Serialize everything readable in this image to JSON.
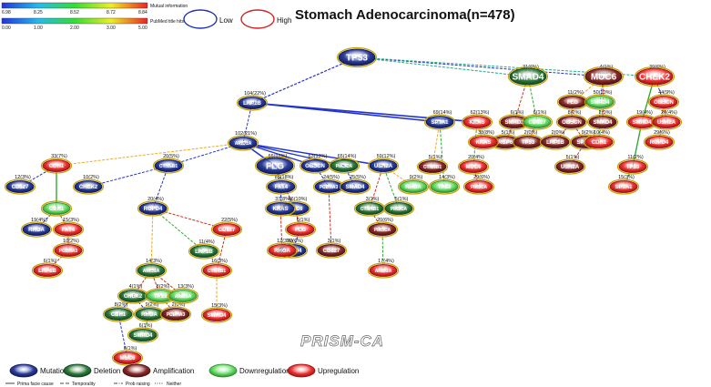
{
  "title": "Stomach Adenocarcinoma(n=478)",
  "watermark": "PRISM-CA",
  "scales": [
    {
      "name": "Mutual information",
      "ticks": [
        "6.98",
        "8.25",
        "8.52",
        "8.72",
        "8.84"
      ],
      "gradient": [
        "#2233dd",
        "#22bbee",
        "#33dd33",
        "#eeee22",
        "#ee2222"
      ]
    },
    {
      "name": "PubMed title hits",
      "ticks": [
        "0.00",
        "1.00",
        "2.00",
        "3.00",
        "5.00"
      ],
      "gradient": [
        "#2233dd",
        "#22bbee",
        "#33dd33",
        "#eeee22",
        "#ee2222"
      ]
    }
  ],
  "ranges": [
    {
      "label": "Low",
      "color": "#2233aa"
    },
    {
      "label": "High",
      "color": "#cc2222"
    }
  ],
  "type_colors": {
    "mutation": {
      "fill": "#2a3d9a",
      "stroke": "#111a55"
    },
    "deletion": {
      "fill": "#2f7a3a",
      "stroke": "#114422"
    },
    "amplification": {
      "fill": "#8a2a2a",
      "stroke": "#4a1111"
    },
    "downregulation": {
      "fill": "#66dd66",
      "stroke": "#2e8a2e"
    },
    "upregulation": {
      "fill": "#ee3333",
      "stroke": "#991111"
    }
  },
  "legend": {
    "types": [
      {
        "key": "mutation",
        "label": "Mutation"
      },
      {
        "key": "deletion",
        "label": "Deletion"
      },
      {
        "key": "amplification",
        "label": "Amplification"
      },
      {
        "key": "downregulation",
        "label": "Downregulation"
      },
      {
        "key": "upregulation",
        "label": "Upregulation"
      }
    ],
    "edges": [
      "Prima facie cause",
      "Temporality",
      "Prob raising",
      "Neither"
    ]
  },
  "nodes": [
    {
      "id": "TP53",
      "label": "TP53",
      "type": "mutation",
      "big": true
    },
    {
      "id": "SMAD4a",
      "label": "SMAD4",
      "type": "deletion",
      "big": true
    },
    {
      "id": "MUC6a",
      "label": "MUC6",
      "type": "amplification",
      "big": true
    },
    {
      "id": "CHEK2a",
      "label": "CHEK2",
      "type": "upregulation",
      "big": true
    },
    {
      "id": "LRP1Ba",
      "label": "LRP1B",
      "type": "mutation"
    },
    {
      "id": "SPTA1a",
      "label": "SPTA1",
      "type": "mutation"
    },
    {
      "id": "KRASa",
      "label": "KRAS",
      "type": "upregulation"
    },
    {
      "id": "FLGa",
      "label": "FLG",
      "type": "amplification"
    },
    {
      "id": "SMAD4b",
      "label": "SMAD4",
      "type": "downregulation"
    },
    {
      "id": "OBSCNa",
      "label": "OBSCN",
      "type": "upregulation"
    },
    {
      "id": "SMAD2a",
      "label": "SMAD2",
      "type": "amplification"
    },
    {
      "id": "CDE27a",
      "label": "CDE27",
      "type": "downregulation"
    },
    {
      "id": "OBSCNb",
      "label": "OBSCN",
      "type": "amplification"
    },
    {
      "id": "SMAD4c",
      "label": "SMAD4",
      "type": "amplification"
    },
    {
      "id": "SMAD4d",
      "label": "SMAD4",
      "type": "upregulation"
    },
    {
      "id": "USH2Aa",
      "label": "USH2A",
      "type": "upregulation"
    },
    {
      "id": "RGP6a",
      "label": "RGP6",
      "type": "amplification"
    },
    {
      "id": "TP53b",
      "label": "TP53",
      "type": "amplification"
    },
    {
      "id": "LRP1Bb",
      "label": "LRP1B",
      "type": "amplification"
    },
    {
      "id": "SPTA1b",
      "label": "SPTA1",
      "type": "amplification"
    },
    {
      "id": "CDH1a",
      "label": "CDH1",
      "type": "upregulation"
    },
    {
      "id": "RGPD4a",
      "label": "RGPD4",
      "type": "upregulation"
    },
    {
      "id": "USH2Ab",
      "label": "USH2A",
      "type": "amplification"
    },
    {
      "id": "TP53c",
      "label": "TP53",
      "type": "upregulation"
    },
    {
      "id": "SPTA1c",
      "label": "SPTA1",
      "type": "upregulation"
    },
    {
      "id": "KRASb",
      "label": "KRAS",
      "type": "upregulation"
    },
    {
      "id": "CTNNB1a",
      "label": "CTNNB1",
      "type": "amplification"
    },
    {
      "id": "TP53d",
      "label": "TP53",
      "type": "downregulation"
    },
    {
      "id": "MUC6b",
      "label": "MUC6",
      "type": "upregulation"
    },
    {
      "id": "PIK3CAa",
      "label": "PIK3CA",
      "type": "upregulation"
    },
    {
      "id": "ARID1Aa",
      "label": "ARID1A",
      "type": "mutation"
    },
    {
      "id": "CDH1b",
      "label": "CDH1",
      "type": "upregulation"
    },
    {
      "id": "CTNNB1b",
      "label": "CTNNB1",
      "type": "mutation"
    },
    {
      "id": "FLGb",
      "label": "FLG",
      "type": "mutation",
      "big": true
    },
    {
      "id": "OBSCNc",
      "label": "OBSCN",
      "type": "mutation"
    },
    {
      "id": "PIK3CAb",
      "label": "PIK3CA",
      "type": "deletion"
    },
    {
      "id": "USH2Ac",
      "label": "USH2A",
      "type": "mutation"
    },
    {
      "id": "CD827a",
      "label": "CD827",
      "type": "mutation"
    },
    {
      "id": "CHEK2b",
      "label": "CHEK2",
      "type": "mutation"
    },
    {
      "id": "RGPD4b",
      "label": "RGPD4",
      "type": "mutation"
    },
    {
      "id": "FAT4a",
      "label": "FAT4",
      "type": "mutation"
    },
    {
      "id": "MUC6c",
      "label": "MUC6",
      "type": "mutation"
    },
    {
      "id": "PCDH3a",
      "label": "PCDHA3",
      "type": "mutation"
    },
    {
      "id": "SMAD4e",
      "label": "SMAD4",
      "type": "mutation"
    },
    {
      "id": "RHOAa",
      "label": "RHOA",
      "type": "downregulation"
    },
    {
      "id": "CDH1c",
      "label": "CDH1",
      "type": "downregulation"
    },
    {
      "id": "CTNNB1c",
      "label": "CTNNB1",
      "type": "deletion"
    },
    {
      "id": "PIK3CAc",
      "label": "PIK3CA",
      "type": "deletion"
    },
    {
      "id": "RHOAb",
      "label": "RHOA",
      "type": "mutation"
    },
    {
      "id": "FAT4b",
      "label": "FAT4",
      "type": "upregulation"
    },
    {
      "id": "LRP1Bc",
      "label": "LRP1B",
      "type": "deletion"
    },
    {
      "id": "CD827b",
      "label": "CD827",
      "type": "upregulation"
    },
    {
      "id": "KRASc",
      "label": "KRAS",
      "type": "mutation"
    },
    {
      "id": "FLGc",
      "label": "FLG",
      "type": "upregulation"
    },
    {
      "id": "SMAD4f",
      "label": "SMAD4",
      "type": "mutation"
    },
    {
      "id": "CD827c",
      "label": "CD827",
      "type": "amplification"
    },
    {
      "id": "PIK3CAd",
      "label": "PIK3CA",
      "type": "amplification"
    },
    {
      "id": "PCDHA3b",
      "label": "PCDHA3",
      "type": "upregulation"
    },
    {
      "id": "LRP1Bd",
      "label": "LRP1B",
      "type": "upregulation"
    },
    {
      "id": "RHOAc",
      "label": "RHOA",
      "type": "upregulation"
    },
    {
      "id": "ARID1Ab",
      "label": "ARID1A",
      "type": "upregulation"
    },
    {
      "id": "ARID1Ac",
      "label": "ARID1A",
      "type": "deletion"
    },
    {
      "id": "CTNNB1d",
      "label": "CTNNB1",
      "type": "upregulation"
    },
    {
      "id": "CHEK2c",
      "label": "CHEK2",
      "type": "deletion"
    },
    {
      "id": "TP53e",
      "label": "TP53",
      "type": "downregulation"
    },
    {
      "id": "ARID1Ad",
      "label": "ARID1A",
      "type": "downregulation"
    },
    {
      "id": "SMAD4g",
      "label": "SMAD4",
      "type": "upregulation"
    },
    {
      "id": "CDH1d",
      "label": "CDH1",
      "type": "deletion"
    },
    {
      "id": "RHOAd",
      "label": "RHOA",
      "type": "deletion"
    },
    {
      "id": "PCDHA3c",
      "label": "PCDHA3",
      "type": "amplification"
    },
    {
      "id": "SMAD4h",
      "label": "SMAD4",
      "type": "deletion"
    },
    {
      "id": "MUC6d",
      "label": "MUC6",
      "type": "upregulation"
    }
  ],
  "edges": [
    {
      "from": "TP53",
      "to": "LRP1Ba",
      "label": "104(22%)",
      "color": "#2233cc",
      "style": "dash",
      "w": 1.2
    },
    {
      "from": "TP53",
      "to": "SMAD4a",
      "label": "31(6%)",
      "color": "#22aa88",
      "style": "dash",
      "w": 1
    },
    {
      "from": "TP53",
      "to": "MUC6a",
      "label": "4(1%)",
      "color": "#2233cc",
      "style": "dash",
      "w": 1
    },
    {
      "from": "TP53",
      "to": "CHEK2a",
      "label": "30(6%)",
      "color": "#22aa88",
      "style": "dash",
      "w": 1
    },
    {
      "from": "LRP1Ba",
      "to": "SPTA1a",
      "label": "69(14%)",
      "color": "#2233cc",
      "style": "solid",
      "w": 1.6
    },
    {
      "from": "LRP1Ba",
      "to": "KRASa",
      "label": "62(13%)",
      "color": "#2233cc",
      "style": "solid",
      "w": 1.6
    },
    {
      "from": "LRP1Ba",
      "to": "ARID1Aa",
      "label": "102(21%)",
      "color": "#2233cc",
      "style": "dash",
      "w": 1
    },
    {
      "from": "MUC6a",
      "to": "SMAD4b",
      "label": "50(10%)",
      "color": "#2233cc",
      "style": "dash",
      "w": 1
    },
    {
      "from": "CHEK2a",
      "to": "OBSCNa",
      "label": "44(9%)",
      "color": "#2233cc",
      "style": "dash",
      "w": 1
    },
    {
      "from": "MUC6a",
      "to": "FLGa",
      "label": "11(2%)",
      "color": "#eeaa22",
      "style": "dash",
      "w": 1
    },
    {
      "from": "SMAD4a",
      "to": "SMAD2a",
      "label": "6(1%)",
      "color": "#cc3322",
      "style": "dash",
      "w": 1
    },
    {
      "from": "SMAD4a",
      "to": "CDE27a",
      "label": "6(1%)",
      "color": "#33aa33",
      "style": "dash",
      "w": 1
    },
    {
      "from": "FLGa",
      "to": "OBSCNb",
      "label": "8(2%)",
      "color": "#cc3322",
      "style": "dash",
      "w": 1
    },
    {
      "from": "MUC6a",
      "to": "SMAD4c",
      "label": "2(0%)",
      "color": "#cc3322",
      "style": "dash",
      "w": 1
    },
    {
      "from": "CHEK2a",
      "to": "SMAD4d",
      "label": "19(4%)",
      "color": "#33aa33",
      "style": "solid",
      "w": 1.4
    },
    {
      "from": "OBSCNa",
      "to": "USH2Aa",
      "label": "20(4%)",
      "color": "#cc3322",
      "style": "dash",
      "w": 1
    },
    {
      "from": "SMAD2a",
      "to": "RGP6a",
      "label": "5(1%)",
      "color": "#cc3322",
      "style": "dash",
      "w": 1
    },
    {
      "from": "CDE27a",
      "to": "TP53b",
      "label": "2(0%)",
      "color": "#cc3322",
      "style": "dash",
      "w": 1
    },
    {
      "from": "OBSCNb",
      "to": "LRP1Bb",
      "label": "2(0%)",
      "color": "#cc3322",
      "style": "dash",
      "w": 1
    },
    {
      "from": "OBSCNb",
      "to": "SPTA1b",
      "label": "9(2%)",
      "color": "#cc3322",
      "style": "dash",
      "w": 1
    },
    {
      "from": "SMAD4b",
      "to": "CDH1a",
      "label": "10(4%)",
      "color": "#33aa33",
      "style": "dash",
      "w": 1
    },
    {
      "from": "OBSCNa",
      "to": "RGPD4a",
      "label": "29(6%)",
      "color": "#cc3322",
      "style": "dash",
      "w": 1
    },
    {
      "from": "SPTA1b",
      "to": "USH2Ab",
      "label": "5(1%)",
      "color": "#cc3322",
      "style": "dash",
      "w": 1
    },
    {
      "from": "SMAD4d",
      "to": "TP53c",
      "label": "11(2%)",
      "color": "#33aa33",
      "style": "solid",
      "w": 1.4
    },
    {
      "from": "TP53c",
      "to": "SPTA1c",
      "label": "15(3%)",
      "color": "#33aa33",
      "style": "dash",
      "w": 1
    },
    {
      "from": "KRASa",
      "to": "KRASb",
      "label": "38(8%)",
      "color": "#eeaa22",
      "style": "dash",
      "w": 1
    },
    {
      "from": "KRASa",
      "to": "MUC6b",
      "label": "20(4%)",
      "color": "#33aa33",
      "style": "dash",
      "w": 1
    },
    {
      "from": "SPTA1a",
      "to": "CTNNB1a",
      "label": "5(1%)",
      "color": "#eeaa22",
      "style": "dash",
      "w": 1
    },
    {
      "from": "SPTA1a",
      "to": "TP53d",
      "label": "14(3%)",
      "color": "#33aa33",
      "style": "dash",
      "w": 1
    },
    {
      "from": "MUC6b",
      "to": "PIK3CAa",
      "label": "29(6%)",
      "color": "#cc3322",
      "style": "dash",
      "w": 1
    },
    {
      "from": "ARID1Aa",
      "to": "CDH1b",
      "label": "33(7%)",
      "color": "#eeaa22",
      "style": "dash",
      "w": 1
    },
    {
      "from": "ARID1Aa",
      "to": "CTNNB1b",
      "label": "20(5%)",
      "color": "#2233cc",
      "style": "dash",
      "w": 1
    },
    {
      "from": "ARID1Aa",
      "to": "FLGb",
      "label": "66(14%)",
      "color": "#2233cc",
      "style": "solid",
      "w": 1.6
    },
    {
      "from": "ARID1Aa",
      "to": "OBSCNc",
      "label": "63(13%)",
      "color": "#2233cc",
      "style": "solid",
      "w": 1.4
    },
    {
      "from": "ARID1Aa",
      "to": "PIK3CAb",
      "label": "65(14%)",
      "color": "#2233cc",
      "style": "solid",
      "w": 1.4
    },
    {
      "from": "ARID1Aa",
      "to": "USH2Ac",
      "label": "59(12%)",
      "color": "#2233cc",
      "style": "solid",
      "w": 1.4
    },
    {
      "from": "CDH1b",
      "to": "CD827a",
      "label": "12(3%)",
      "color": "#2233cc",
      "style": "dash",
      "w": 1
    },
    {
      "from": "CTNNB1b",
      "to": "CHEK2b",
      "label": "10(2%)",
      "color": "#2233cc",
      "style": "dash",
      "w": 1
    },
    {
      "from": "CTNNB1b",
      "to": "RGPD4b",
      "label": "20(4%)",
      "color": "#2233cc",
      "style": "dash",
      "w": 1
    },
    {
      "from": "FLGb",
      "to": "FAT4a",
      "label": "85(18%)",
      "color": "#2233cc",
      "style": "dash",
      "w": 1
    },
    {
      "from": "FLGb",
      "to": "MUC6c",
      "label": "46(10%)",
      "color": "#2233cc",
      "style": "dash",
      "w": 1
    },
    {
      "from": "OBSCNc",
      "to": "PCDH3a",
      "label": "24(5%)",
      "color": "#2233cc",
      "style": "dash",
      "w": 1
    },
    {
      "from": "PIK3CAb",
      "to": "SMAD4e",
      "label": "25(5%)",
      "color": "#2233cc",
      "style": "dash",
      "w": 1
    },
    {
      "from": "USH2Ac",
      "to": "RHOAa",
      "label": "9(2%)",
      "color": "#eeaa22",
      "style": "dash",
      "w": 1
    },
    {
      "from": "CDH1b",
      "to": "CDH1c",
      "label": "",
      "color": "#33aa33",
      "style": "solid",
      "w": 1.4
    },
    {
      "from": "USH2Ac",
      "to": "CTNNB1c",
      "label": "3(1%)",
      "color": "#cc3322",
      "style": "dash",
      "w": 1
    },
    {
      "from": "USH2Ac",
      "to": "PIK3CAc",
      "label": "5(1%)",
      "color": "#33aa33",
      "style": "dash",
      "w": 1
    },
    {
      "from": "CDH1c",
      "to": "RHOAb",
      "label": "19(4%)",
      "color": "#2233cc",
      "style": "dash",
      "w": 1
    },
    {
      "from": "CDH1c",
      "to": "FAT4b",
      "label": "15(3%)",
      "color": "#cc3322",
      "style": "dash",
      "w": 1
    },
    {
      "from": "RGPD4b",
      "to": "LRP1Bc",
      "label": "11(4%)",
      "color": "#33aa33",
      "style": "dash",
      "w": 1
    },
    {
      "from": "RGPD4b",
      "to": "CD827b",
      "label": "22(5%)",
      "color": "#cc3322",
      "style": "dash",
      "w": 1
    },
    {
      "from": "FAT4a",
      "to": "KRASc",
      "label": "37(8%)",
      "color": "#2233cc",
      "style": "dash",
      "w": 1
    },
    {
      "from": "MUC6c",
      "to": "FLGc",
      "label": "6(1%)",
      "color": "#cc3322",
      "style": "dash",
      "w": 1
    },
    {
      "from": "FLGc",
      "to": "SMAD4f",
      "label": "20(6%)",
      "color": "#2233cc",
      "style": "dash",
      "w": 1
    },
    {
      "from": "PCDH3a",
      "to": "CD827c",
      "label": "3(1%)",
      "color": "#cc3322",
      "style": "dash",
      "w": 1
    },
    {
      "from": "CTNNB1c",
      "to": "PIK3CAd",
      "label": "20(6%)",
      "color": "#cc3322",
      "style": "dash",
      "w": 1
    },
    {
      "from": "FAT4b",
      "to": "PCDHA3b",
      "label": "10(2%)",
      "color": "#cc3322",
      "style": "dash",
      "w": 1
    },
    {
      "from": "PCDHA3b",
      "to": "LRP1Bd",
      "label": "6(1%)",
      "color": "#cc3322",
      "style": "dash",
      "w": 1
    },
    {
      "from": "KRASc",
      "to": "RHOAc",
      "label": "12(3%)",
      "color": "#cc3322",
      "style": "dash",
      "w": 1
    },
    {
      "from": "PIK3CAd",
      "to": "ARID1Ab",
      "label": "17(4%)",
      "color": "#33aa33",
      "style": "dash",
      "w": 1
    },
    {
      "from": "RGPD4b",
      "to": "ARID1Ac",
      "label": "14(3%)",
      "color": "#eeaa22",
      "style": "dash",
      "w": 1
    },
    {
      "from": "CD827b",
      "to": "CTNNB1d",
      "label": "16(3%)",
      "color": "#cc3322",
      "style": "dash",
      "w": 1
    },
    {
      "from": "ARID1Ac",
      "to": "CHEK2c",
      "label": "4(1%)",
      "color": "#cc3322",
      "style": "dash",
      "w": 1
    },
    {
      "from": "ARID1Ac",
      "to": "TP53e",
      "label": "8(2%)",
      "color": "#cc3322",
      "style": "dash",
      "w": 1
    },
    {
      "from": "ARID1Ac",
      "to": "ARID1Ad",
      "label": "13(3%)",
      "color": "#cc3322",
      "style": "dash",
      "w": 1
    },
    {
      "from": "CTNNB1d",
      "to": "SMAD4g",
      "label": "15(3%)",
      "color": "#eeaa22",
      "style": "dash",
      "w": 1
    },
    {
      "from": "CHEK2c",
      "to": "CDH1d",
      "label": "8(2%)",
      "color": "#2233cc",
      "style": "dash",
      "w": 1
    },
    {
      "from": "CHEK2c",
      "to": "RHOAd",
      "label": "9(2%)",
      "color": "#2233cc",
      "style": "dash",
      "w": 1
    },
    {
      "from": "TP53e",
      "to": "PCDHA3c",
      "label": "2(0%)",
      "color": "#cc3322",
      "style": "dash",
      "w": 1
    },
    {
      "from": "RHOAd",
      "to": "SMAD4h",
      "label": "6(1%)",
      "color": "#33aa33",
      "style": "dash",
      "w": 1
    },
    {
      "from": "CDH1d",
      "to": "MUC6d",
      "label": "6(1%)",
      "color": "#2233cc",
      "style": "dash",
      "w": 1
    }
  ]
}
